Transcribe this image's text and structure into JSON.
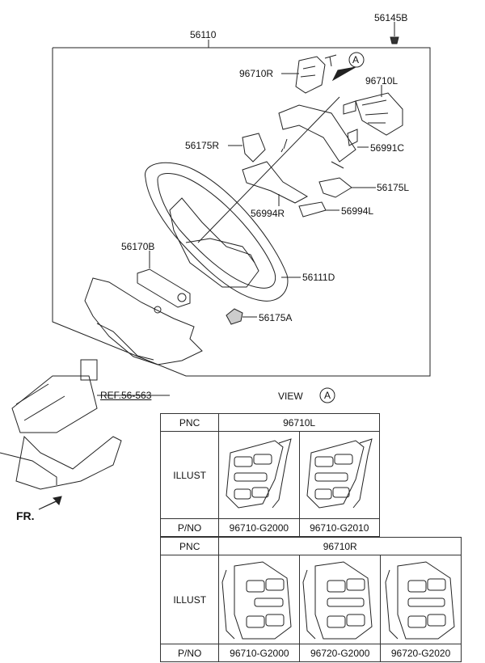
{
  "callouts": {
    "assembly": "56110",
    "bolt_top": "56145B",
    "switch_r": "96710R",
    "switch_l": "96710L",
    "cover_r": "56175R",
    "bracket_c": "56991C",
    "cover_l": "56175L",
    "bezel_r": "56994R",
    "bezel_l": "56994L",
    "damper": "56170B",
    "wheel": "56111D",
    "cover_a": "56175A",
    "ref": "REF.56-563",
    "fr": "FR.",
    "view": "VIEW",
    "view_marker": "A",
    "arrow_marker": "A"
  },
  "table_l": {
    "row_pnc": "PNC",
    "pnc_value": "96710L",
    "row_illust": "ILLUST",
    "row_pno": "P/NO",
    "pno": [
      "96710-G2000",
      "96710-G2010"
    ]
  },
  "table_r": {
    "row_pnc": "PNC",
    "pnc_value": "96710R",
    "row_illust": "ILLUST",
    "row_pno": "P/NO",
    "pno": [
      "96710-G2000",
      "96720-G2000",
      "96720-G2020"
    ]
  }
}
